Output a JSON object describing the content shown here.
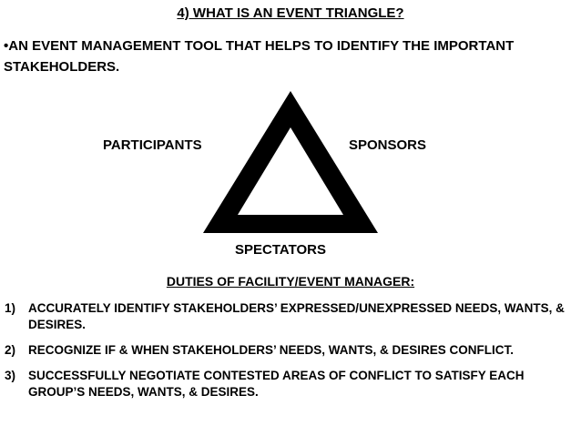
{
  "slide": {
    "title": "4) WHAT IS AN EVENT TRIANGLE?",
    "intro": "•AN EVENT MANAGEMENT TOOL THAT HELPS TO IDENTIFY THE IMPORTANT STAKEHOLDERS."
  },
  "triangle": {
    "left_label": "PARTICIPANTS",
    "right_label": "SPONSORS",
    "bottom_label": "SPECTATORS",
    "stroke_color": "#000000"
  },
  "duties": {
    "title": "DUTIES OF FACILITY/EVENT MANAGER:",
    "items": [
      {
        "number": "1)",
        "text": "ACCURATELY IDENTIFY STAKEHOLDERS’ EXPRESSED/UNEXPRESSED NEEDS, WANTS, & DESIRES."
      },
      {
        "number": "2)",
        "text": "RECOGNIZE IF & WHEN STAKEHOLDERS’ NEEDS, WANTS, & DESIRES CONFLICT."
      },
      {
        "number": "3)",
        "text": "SUCCESSFULLY NEGOTIATE CONTESTED AREAS OF CONFLICT TO SATISFY EACH GROUP’S NEEDS, WANTS, & DESIRES."
      }
    ]
  }
}
